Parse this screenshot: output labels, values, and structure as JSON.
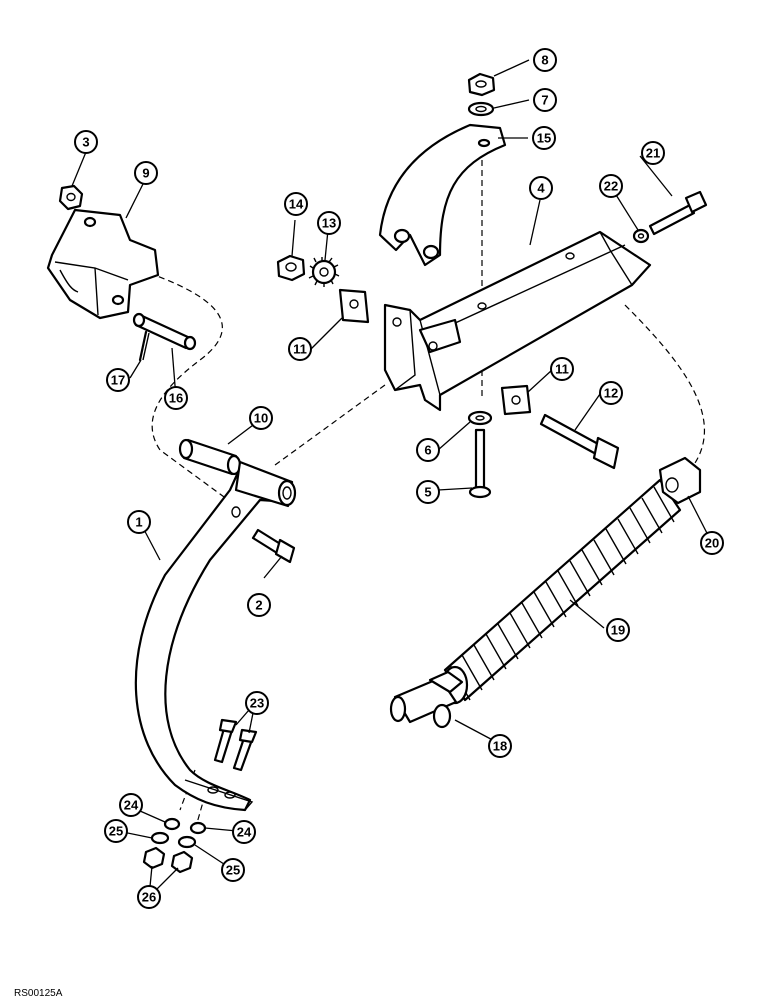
{
  "drawing_id": "RS00125A",
  "callouts": [
    {
      "label": "1"
    },
    {
      "label": "2"
    },
    {
      "label": "3"
    },
    {
      "label": "4"
    },
    {
      "label": "5"
    },
    {
      "label": "6"
    },
    {
      "label": "7"
    },
    {
      "label": "8"
    },
    {
      "label": "9"
    },
    {
      "label": "10"
    },
    {
      "label": "11"
    },
    {
      "label": "11"
    },
    {
      "label": "12"
    },
    {
      "label": "13"
    },
    {
      "label": "14"
    },
    {
      "label": "15"
    },
    {
      "label": "16"
    },
    {
      "label": "17"
    },
    {
      "label": "18"
    },
    {
      "label": "19"
    },
    {
      "label": "20"
    },
    {
      "label": "21"
    },
    {
      "label": "22"
    },
    {
      "label": "23"
    },
    {
      "label": "24"
    },
    {
      "label": "24"
    },
    {
      "label": "25"
    },
    {
      "label": "25"
    },
    {
      "label": "26"
    }
  ]
}
